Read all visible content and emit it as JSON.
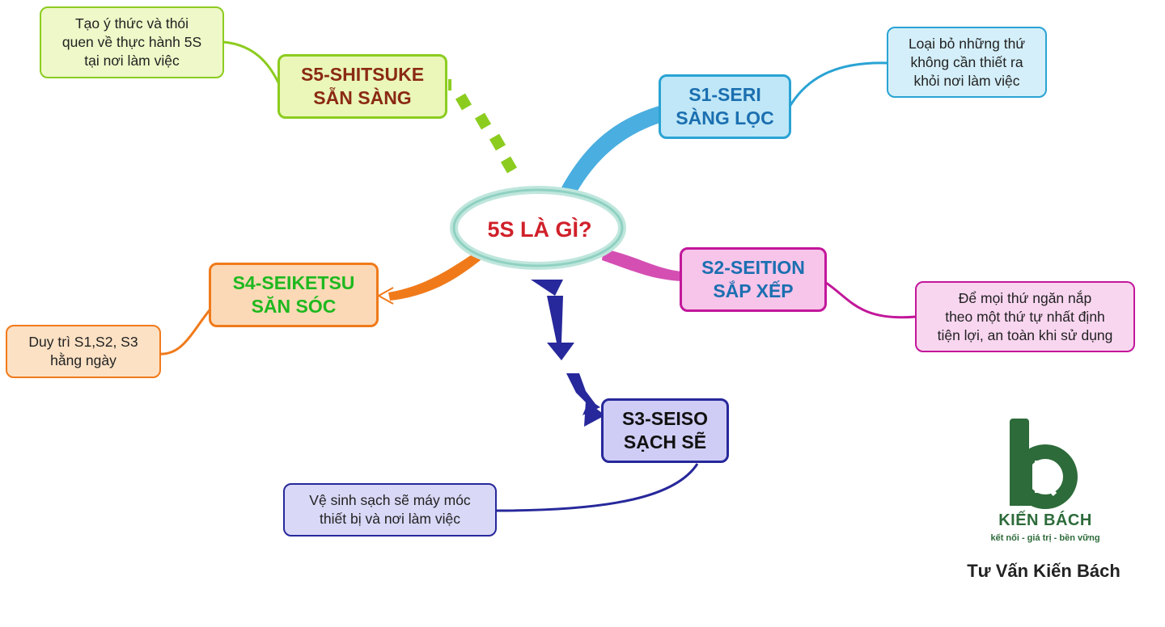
{
  "center": {
    "title": "5S LÀ GÌ?"
  },
  "s1": {
    "line1": "S1-SERI",
    "line2": "SÀNG LỌC",
    "desc": [
      "Loại bỏ những thứ",
      "không cần thiết ra",
      "khỏi nơi làm việc"
    ],
    "color": "#2aa3d4"
  },
  "s2": {
    "line1": "S2-SEITION",
    "line2": "SẮP XẾP",
    "desc": [
      "Để mọi thứ ngăn nắp",
      "theo một thứ tự nhất định",
      "tiện lợi, an toàn khi sử dụng"
    ],
    "color": "#c2179a"
  },
  "s3": {
    "line1": "S3-SEISO",
    "line2": "SẠCH SẼ",
    "desc": [
      "Vệ sinh sạch sẽ máy móc",
      "thiết bị và nơi làm việc"
    ],
    "color": "#27289b"
  },
  "s4": {
    "line1": "S4-SEIKETSU",
    "line2": "SĂN SÓC",
    "desc": [
      "Duy trì S1,S2, S3",
      "hằng ngày"
    ],
    "color": "#f07a1a"
  },
  "s5": {
    "line1": "S5-SHITSUKE",
    "line2": "SẴN SÀNG",
    "desc": [
      "Tạo ý thức và thói",
      "quen về thực hành 5S",
      "tại nơi làm việc"
    ],
    "color": "#8ccc1f"
  },
  "logo": {
    "name": "KIẾN BÁCH",
    "tagline": "kết nối - giá trị - bền vững",
    "color": "#2d6b3a"
  },
  "brand": {
    "text": "Tư Vấn Kiến Bách"
  }
}
